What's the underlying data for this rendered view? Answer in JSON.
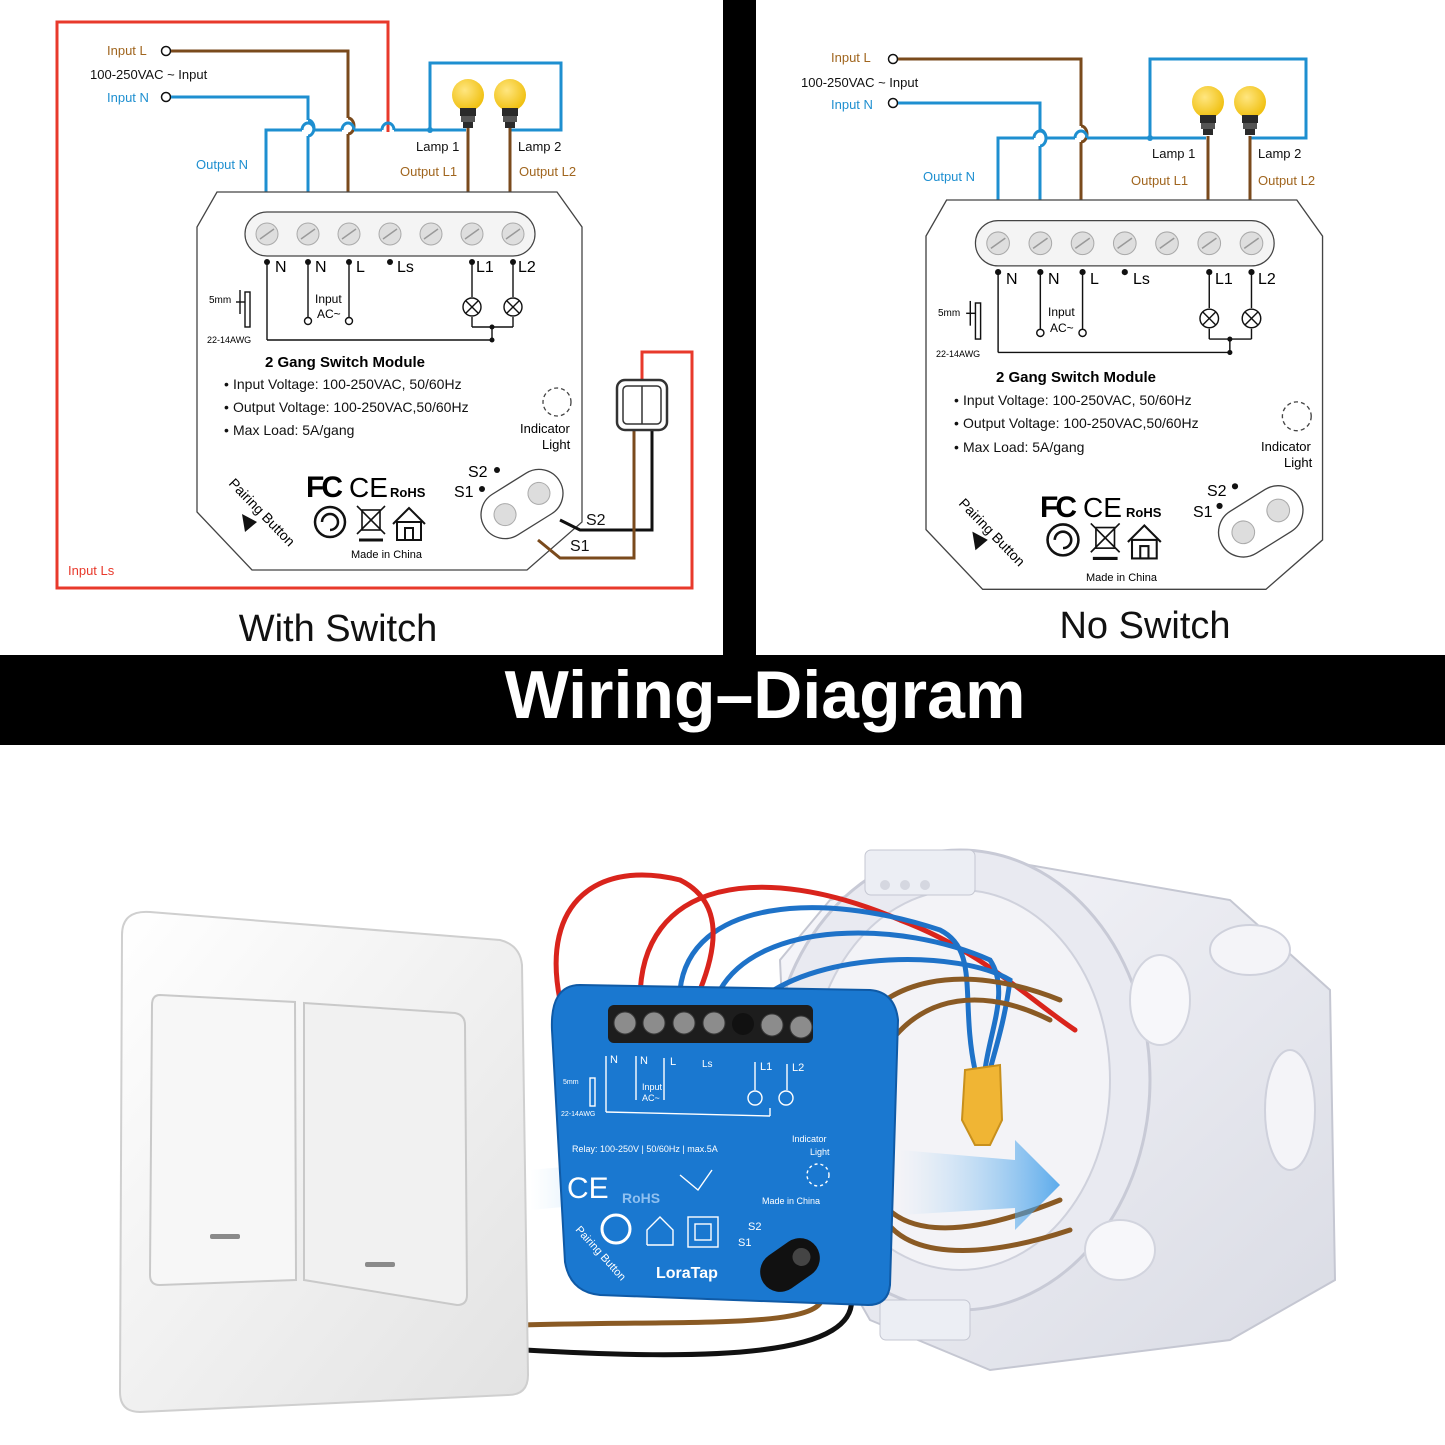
{
  "banner": {
    "title": "Wiring–Diagram"
  },
  "left_diagram": {
    "caption": "With Switch",
    "input_l": "Input L",
    "voltage_input": "100-250VAC ~ Input",
    "input_n": "Input N",
    "output_n": "Output N",
    "lamp1": "Lamp 1",
    "lamp2": "Lamp 2",
    "output_l1": "Output L1",
    "output_l2": "Output L2",
    "input_ls": "Input Ls",
    "s1_wire": "S1",
    "s2_wire": "S2"
  },
  "right_diagram": {
    "caption": "No Switch",
    "input_l": "Input L",
    "voltage_input": "100-250VAC ~ Input",
    "input_n": "Input N",
    "output_n": "Output N",
    "lamp1": "Lamp 1",
    "lamp2": "Lamp 2",
    "output_l1": "Output L1",
    "output_l2": "Output L2"
  },
  "module": {
    "terminals": [
      "N",
      "N",
      "L",
      "Ls",
      "L1",
      "L2"
    ],
    "strip_length": "5mm",
    "wire_gauge": "22-14AWG",
    "input_label": "Input",
    "ac_label": "AC~",
    "title": "2 Gang Switch Module",
    "specs": [
      "Input Voltage: 100-250VAC, 50/60Hz",
      "Output Voltage: 100-250VAC,50/60Hz",
      "Max Load: 5A/gang"
    ],
    "indicator_1": "Indicator",
    "indicator_2": "Light",
    "s2": "S2",
    "s1": "S1",
    "fc": "FC",
    "ce": "CE",
    "rohs": "RoHS",
    "pairing": "Pairing Button",
    "made_in": "Made in China"
  },
  "photo": {
    "brand": "LoraTap",
    "terminals": [
      "N",
      "N",
      "L",
      "Ls",
      "L1",
      "L2"
    ],
    "strip_length": "5mm",
    "wire_gauge": "22-14AWG",
    "input_label": "Input",
    "ac_label": "AC~",
    "relay": "Relay: 100-250V | 50/60Hz | max.5A",
    "indicator_1": "Indicator",
    "indicator_2": "Light",
    "ce": "CE",
    "rohs": "RoHS",
    "made_in": "Made in China",
    "s2": "S2",
    "s1": "S1",
    "pairing": "Pairing Button"
  },
  "colors": {
    "live_brown": "#7a4a1c",
    "neutral_blue": "#1e8fd0",
    "ls_red": "#e8392b",
    "output_label": "#a0651e",
    "bulb_yellow": "#f5cc1f",
    "module_blue": "#1a78d0",
    "banner_black": "#000000"
  }
}
